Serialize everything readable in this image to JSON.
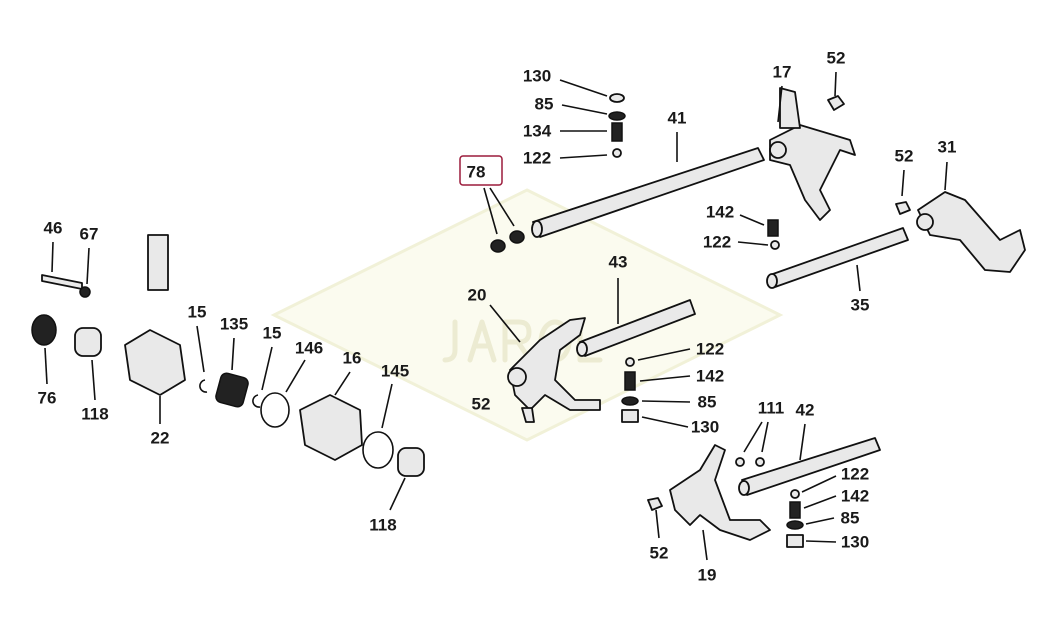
{
  "diagram": {
    "title": "Gearshift forks and shafts exploded view",
    "watermark": "JAROL",
    "highlight_color": "#9b1b3b",
    "highlighted_label": "78",
    "labels": [
      "130",
      "85",
      "134",
      "122",
      "41",
      "17",
      "52",
      "78",
      "52",
      "31",
      "142",
      "122",
      "35",
      "46",
      "67",
      "43",
      "20",
      "15",
      "135",
      "15",
      "146",
      "16",
      "145",
      "122",
      "142",
      "85",
      "130",
      "52",
      "76",
      "118",
      "22",
      "111",
      "42",
      "122",
      "142",
      "85",
      "130",
      "52",
      "19",
      "118"
    ]
  }
}
